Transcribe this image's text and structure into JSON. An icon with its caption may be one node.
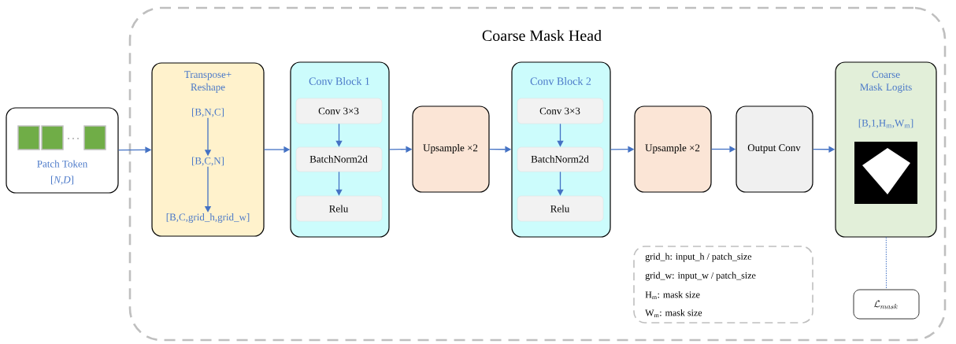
{
  "diagram": {
    "nodes": [
      {
        "text": [
          "Coarse Mask Head"
        ]
      },
      {
        "text": [
          "Patch Token",
          "[*N*,*D*]"
        ]
      },
      {
        "text": [
          "Transpose+ Reshape"
        ],
        "in": 0
      },
      {
        "text": [
          "[B,N,C]"
        ],
        "in": 2
      },
      {
        "text": [
          "[B,C,N]"
        ],
        "in": 2
      },
      {
        "text": [
          "[B,C,grid_h,grid_w]"
        ],
        "in": 2
      },
      {
        "text": [
          "Conv Block 1"
        ],
        "in": 0
      },
      {
        "text": [
          "Conv 3×3"
        ],
        "in": 6
      },
      {
        "text": [
          "BatchNorm2d"
        ],
        "in": 6
      },
      {
        "text": [
          "Relu"
        ],
        "in": 6
      },
      {
        "text": [
          "Upsample ×2"
        ],
        "in": 0
      },
      {
        "text": [
          "Conv Block 2"
        ],
        "in": 0
      },
      {
        "text": [
          "Conv 3×3"
        ],
        "in": 11
      },
      {
        "text": [
          "BatchNorm2d"
        ],
        "in": 11
      },
      {
        "text": [
          "Relu"
        ],
        "in": 11
      },
      {
        "text": [
          "Upsample ×2"
        ],
        "in": 0
      },
      {
        "text": [
          "Output Conv"
        ],
        "in": 0
      },
      {
        "text": [
          "Coarse Mask Logits",
          "[B,1,H$_{m}$,W$_{m}$]"
        ],
        "in": 0
      },
      {
        "text": [],
        "shape": "picture",
        "in": 17
      },
      {
        "text": [
          "grid_h: input_h / patch_size",
          "grid_w: input_w / patch_size",
          "H$_{m}$: mask size",
          "W$_{m}$: mask size"
        ],
        "in": 0
      },
      {
        "text": [
          "\\mathcal{L}_{mask}"
        ],
        "in": 0
      }
    ],
    "edges": [
      {
        "from": 1,
        "to": 2,
        "arrow": "to"
      },
      {
        "from": 3,
        "to": 4,
        "arrow": "to"
      },
      {
        "from": 4,
        "to": 5,
        "arrow": "to"
      },
      {
        "from": 2,
        "to": 6,
        "arrow": "to"
      },
      {
        "from": 7,
        "to": 8,
        "arrow": "to"
      },
      {
        "from": 8,
        "to": 9,
        "arrow": "to"
      },
      {
        "from": 6,
        "to": 10,
        "arrow": "to"
      },
      {
        "from": 10,
        "to": 11,
        "arrow": "to"
      },
      {
        "from": 12,
        "to": 13,
        "arrow": "to"
      },
      {
        "from": 13,
        "to": 14,
        "arrow": "to"
      },
      {
        "from": 11,
        "to": 15,
        "arrow": "to"
      },
      {
        "from": 15,
        "to": 16,
        "arrow": "to"
      },
      {
        "from": 16,
        "to": 17,
        "arrow": "to"
      },
      {
        "from": 17,
        "to": 20,
        "arrow": "none",
        "style": "dashed"
      }
    ]
  }
}
